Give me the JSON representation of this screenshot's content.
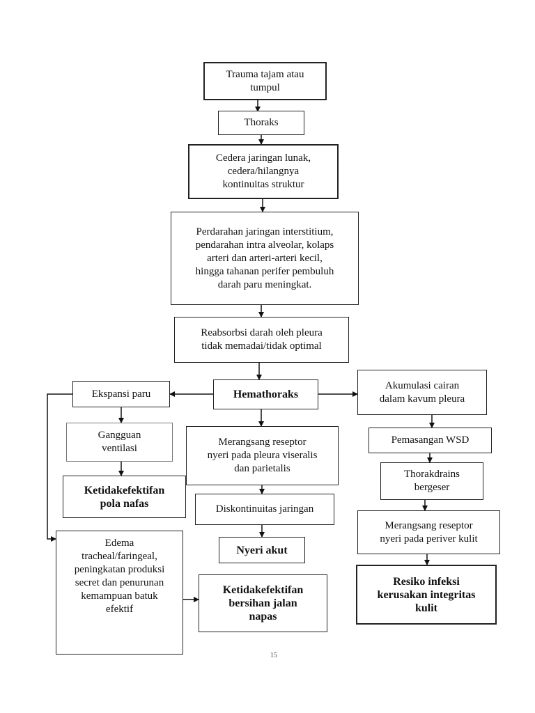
{
  "nodes": {
    "trauma": "Trauma tajam atau\ntumpul",
    "thoraks": "Thoraks",
    "cedera": "Cedera jaringan lunak,\ncedera/hilangnya\nkontinuitas struktur",
    "perdarahan": "Perdarahan jaringan interstitium,\npendarahan intra alveolar, kolaps\narteri dan arteri-arteri kecil,\nhingga tahanan perifer pembuluh\ndarah paru meningkat.",
    "reabsorbsi": "Reabsorbsi darah oleh pleura\ntidak memadai/tidak optimal",
    "hemathoraks": "Hemathoraks",
    "ekspansi": "Ekspansi paru",
    "gangguan": "Gangguan\nventilasi",
    "ketidakefektifan_pola": "Ketidakefektifan\npola nafas",
    "edema": "Edema\ntracheal/faringeal,\npeningkatan produksi\nsecret dan penurunan\nkemampuan batuk\nefektif",
    "ketidakefektifan_bersihan": "Ketidakefektifan\nbersihan jalan\nnapas",
    "merangsang_nyeri": "Merangsang reseptor\nnyeri pada pleura viseralis\ndan parietalis",
    "diskontinuitas": "Diskontinuitas jaringan",
    "nyeri_akut": "Nyeri akut",
    "akumulasi": "Akumulasi cairan\ndalam kavum pleura",
    "pemasangan": "Pemasangan WSD",
    "thorakdrains": "Thorakdrains\nbergeser",
    "merangsang_kulit": "Merangsang reseptor\nnyeri pada periver kulit",
    "resiko": "Resiko infeksi\nkerusakan integritas\nkulit"
  },
  "page_number": "15"
}
